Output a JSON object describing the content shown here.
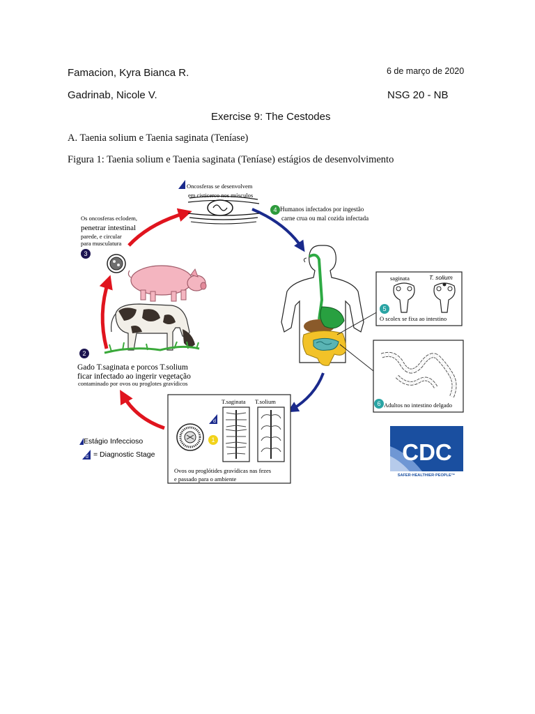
{
  "header": {
    "author1": "Famacion, Kyra Bianca R.",
    "date": "6 de março de 2020",
    "author2": "Gadrinab, Nicole V.",
    "section": "NSG 20 - NB",
    "title": "Exercise 9: The Cestodes"
  },
  "section_a": "A. Taenia solium e Taenia saginata (Teníase)",
  "figure_caption": "Figura 1: Taenia solium e Taenia saginata (Teníase) estágios de desenvolvimento",
  "diagram": {
    "step1": {
      "number": "1",
      "line1": "Ovos ou proglótides gravídicas nas fezes",
      "line2": "e passado para o ambiente",
      "label_saginata": "T.saginata",
      "label_solium": "T.solium"
    },
    "step2": {
      "number": "2",
      "line1": "Gado T.saginata e porcos T.solium",
      "line2": "ficar infectado ao ingerir vegetação",
      "line3": "contaminado por ovos ou proglotes gravídicos"
    },
    "step3": {
      "number": "3",
      "line1": "Os oncosferas eclodem,",
      "line2": "penetrar intestinal",
      "line3": "parede, e circular",
      "line4": "para musculatura"
    },
    "step4": {
      "number": "4",
      "line1": "Humanos infectados por ingestão",
      "line2": "carne crua ou mal cozida infectada"
    },
    "step5": {
      "number": "5",
      "text": "O scolex se fixa ao intestino",
      "label_saginata": "saginata",
      "label_solium": "T. solium"
    },
    "step6": {
      "number": "6",
      "text": "Adultos no intestino delgado"
    },
    "top_stage": {
      "line1": "Oncosferas se desenvolvem",
      "line2": "em cisticerco nos músculos"
    },
    "legend": {
      "infective": "Estágio Infeccioso",
      "diagnostic_symbol": "d",
      "diagnostic": "= Diagnostic Stage"
    },
    "logo": {
      "text": "CDC",
      "tagline": "SAFER·HEALTHIER·PEOPLE™"
    },
    "colors": {
      "infective_arrow": "#e0141e",
      "human_arrow": "#1a2a8c",
      "step4_badge": "#2e9a3c",
      "step5_badge": "#2aa4a4",
      "step6_badge": "#2aa4a4",
      "step1_badge": "#f2d31a",
      "cdc_blue": "#1a4fa0"
    }
  }
}
